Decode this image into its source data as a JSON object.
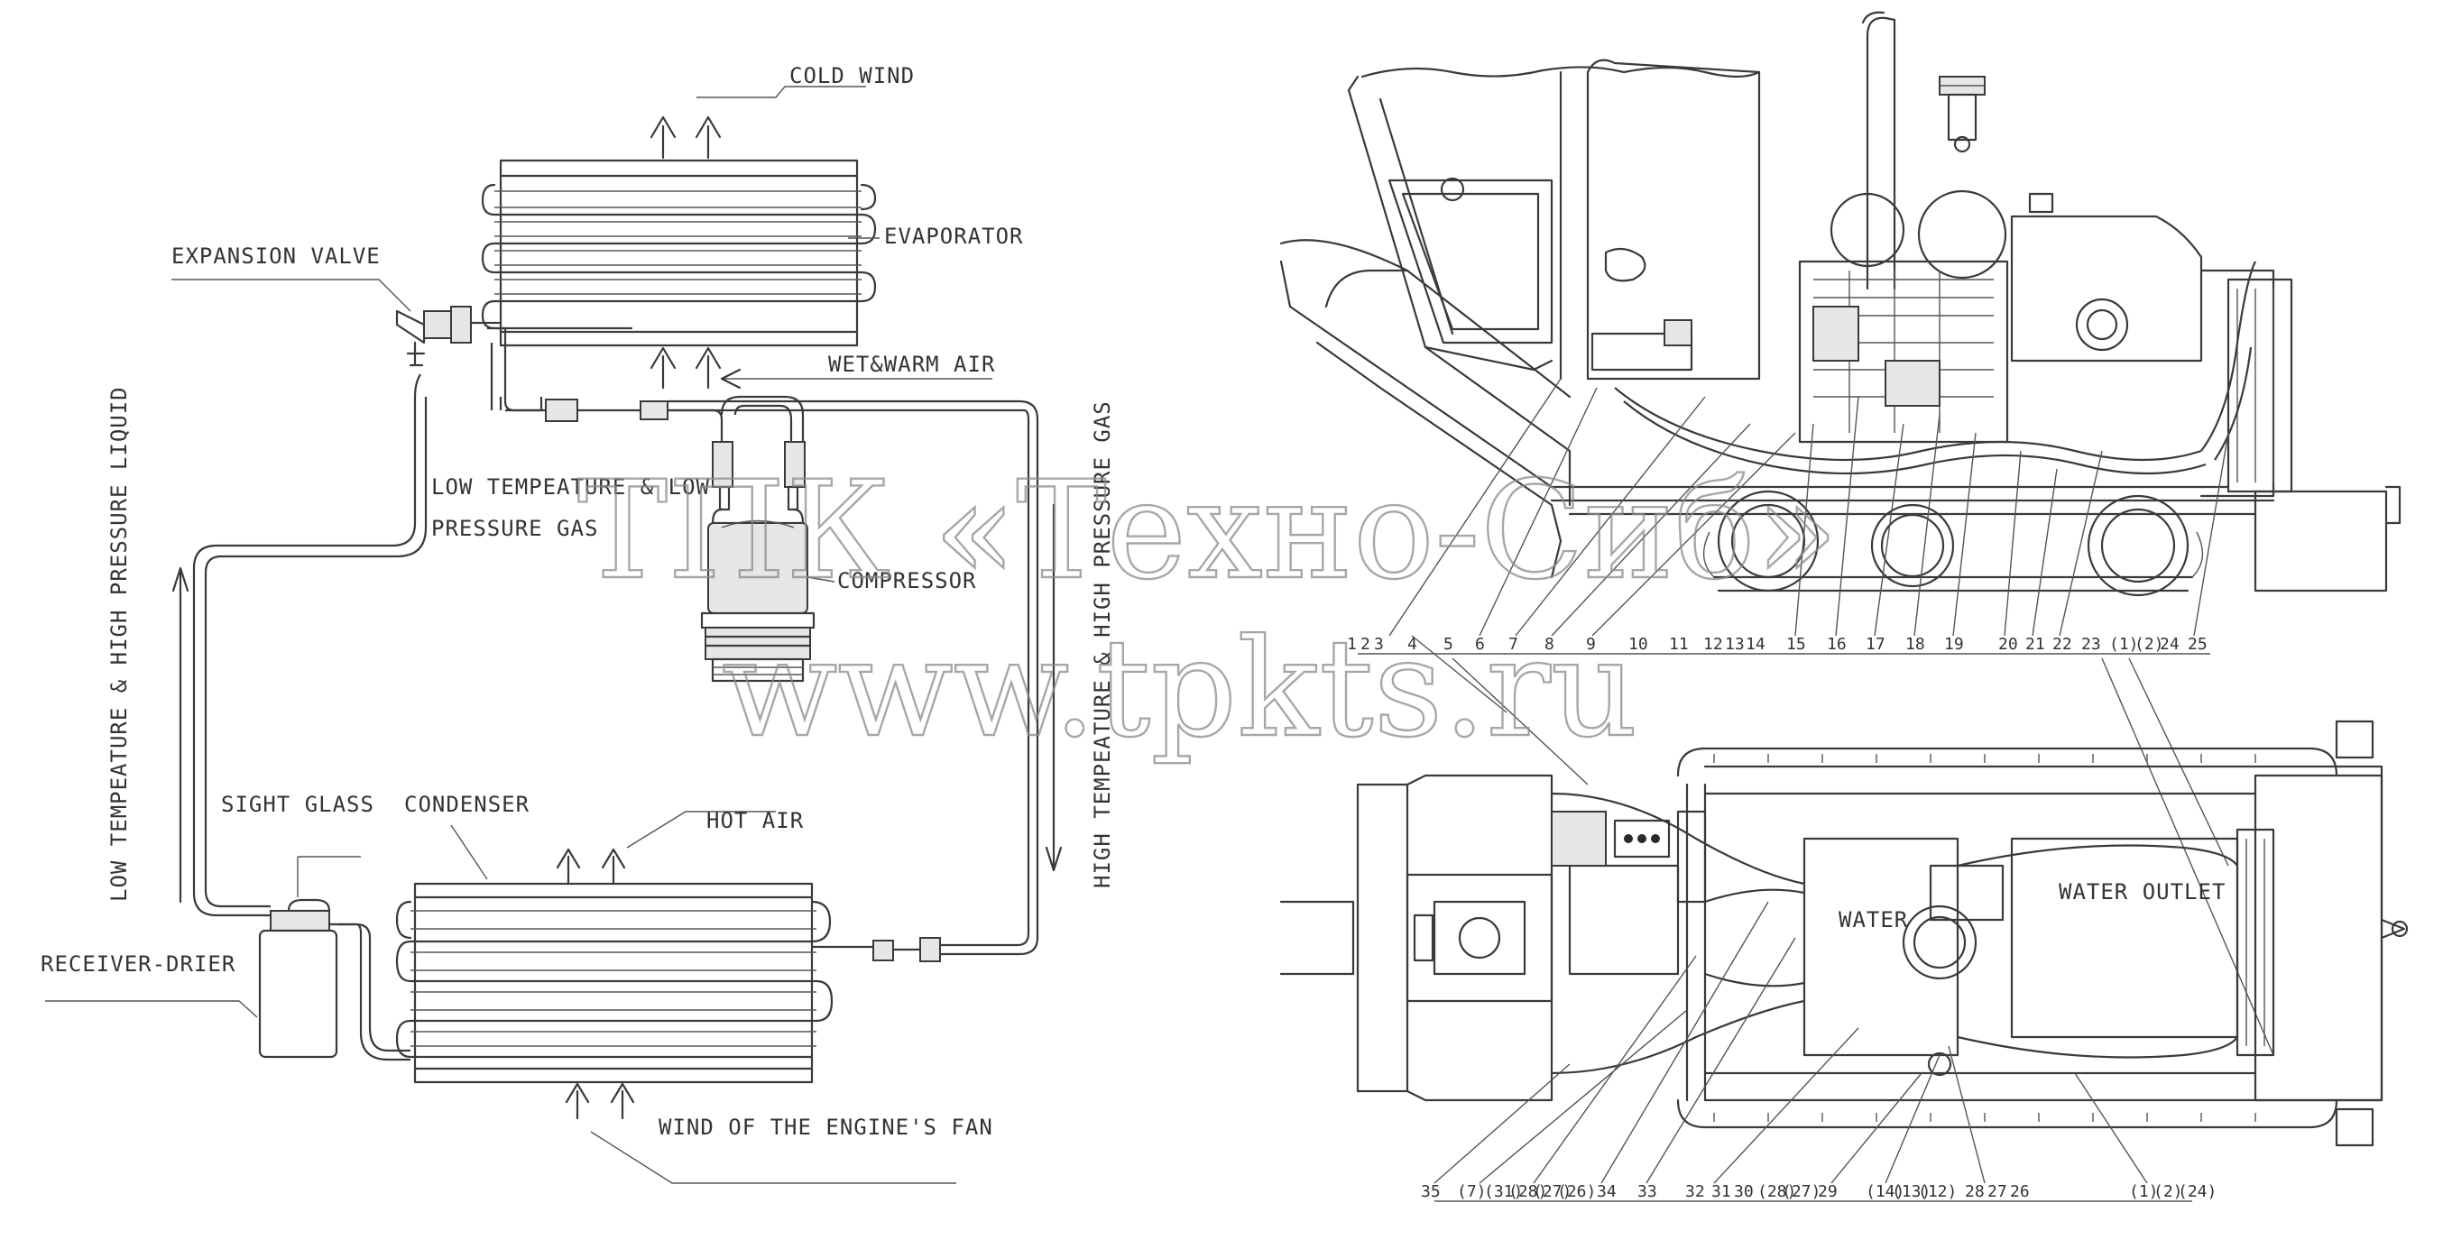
{
  "labels": {
    "cold_wind": "COLD WIND",
    "evaporator": "EVAPORATOR",
    "expansion_valve": "EXPANSION VALVE",
    "wet_warm_air": "WET&WARM AIR",
    "low_temp_low_pressure_gas_1": "LOW TEMPEATURE & LOW",
    "low_temp_low_pressure_gas_2": "PRESSURE GAS",
    "compressor": "COMPRESSOR",
    "low_temp_high_pressure_liquid": "LOW TEMPEATURE & HIGH PRESSURE LIQUID",
    "high_temp_high_pressure_gas": "HIGH TEMPEATURE & HIGH PRESSURE GAS",
    "sight_glass": "SIGHT GLASS",
    "condenser": "CONDENSER",
    "hot_air": "HOT AIR",
    "receiver_drier": "RECEIVER-DRIER",
    "engine_fan_wind": "WIND OF THE ENGINE'S FAN",
    "water": "WATER",
    "water_outlet": "WATER OUTLET"
  },
  "watermark": {
    "line1": "ТПК «Техно-Сиб»",
    "line2": "www.tpkts.ru"
  },
  "callouts_top": [
    "1",
    "2",
    "3",
    "4",
    "5",
    "6",
    "7",
    "8",
    "9",
    "10",
    "11",
    "12",
    "13",
    "14",
    "15",
    "16",
    "17",
    "18",
    "19",
    "20",
    "21",
    "22",
    "23",
    "(1)",
    "(2)",
    "24",
    "25"
  ],
  "callouts_bottom": [
    "35",
    "(7)",
    "(31)",
    "(28)",
    "(27)",
    "(26)",
    "34",
    "33",
    "32",
    "31",
    "30",
    "(28)",
    "(27)",
    "29",
    "(14)",
    "(13)",
    "(12)",
    "28",
    "27",
    "26",
    "(1)",
    "(2)",
    "(24)"
  ]
}
